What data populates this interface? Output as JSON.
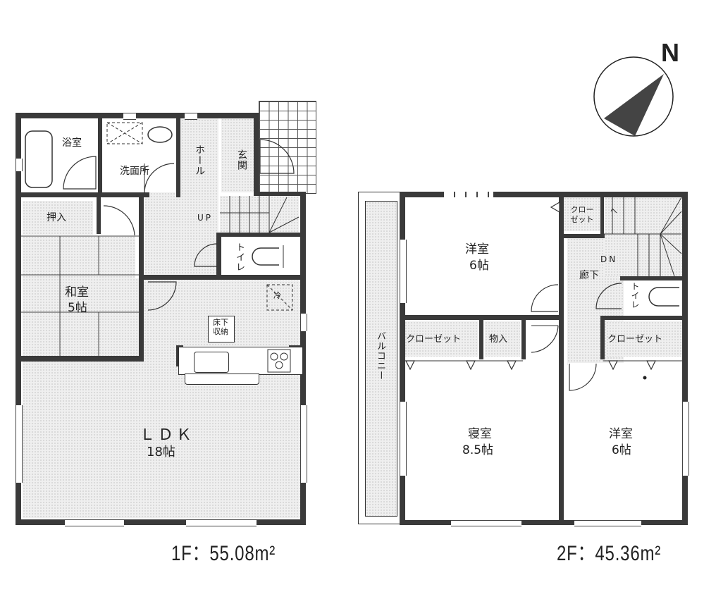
{
  "compass": {
    "label": "N"
  },
  "floor1": {
    "area_label": "1F：55.08m²",
    "rooms": {
      "bath": {
        "label": "浴室"
      },
      "washroom": {
        "label": "洗面所"
      },
      "hall": {
        "label": "ホール"
      },
      "entrance": {
        "label": "玄関"
      },
      "closet": {
        "label": "押入"
      },
      "stairs": {
        "label": "UP"
      },
      "toilet": {
        "label": "トイレ"
      },
      "washitsu": {
        "label": "和室",
        "size": "5帖"
      },
      "underfloor": {
        "label": "床下\n収納"
      },
      "fridge": {
        "label": "冷"
      },
      "ldk": {
        "label": "ＬＤＫ",
        "size": "18帖"
      }
    }
  },
  "floor2": {
    "area_label": "2F：45.36m²",
    "rooms": {
      "balcony": {
        "label": "バルコニー"
      },
      "western1": {
        "label": "洋室",
        "size": "6帖"
      },
      "closet_small": {
        "label": "クロー\nゼット"
      },
      "stairs": {
        "label": "DN"
      },
      "corridor": {
        "label": "廊下"
      },
      "toilet": {
        "label": "トイレ"
      },
      "closet_a": {
        "label": "クローゼット"
      },
      "storage": {
        "label": "物入"
      },
      "closet_b": {
        "label": "クローゼット"
      },
      "bedroom": {
        "label": "寝室",
        "size": "8.5帖"
      },
      "western2": {
        "label": "洋室",
        "size": "6帖"
      }
    }
  }
}
